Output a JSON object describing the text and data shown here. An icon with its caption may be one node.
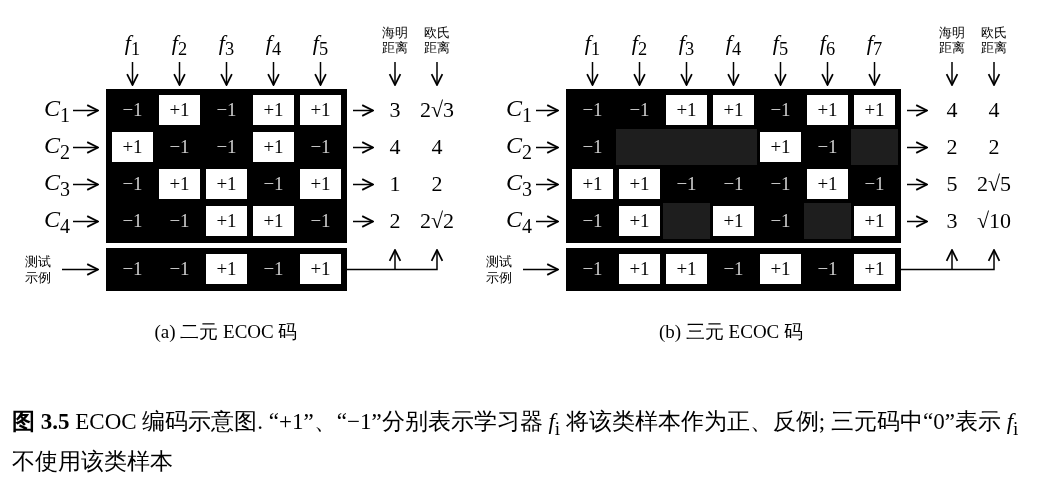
{
  "diagram": {
    "caption": "**图 3.5** ECOC 编码示意图. “+1”、“−1”分别表示学习器 *f*$_{i}$ 将该类样本作为正、反例; 三元码中“0”表示 *f*$_{i}$ 不使用该类样本",
    "labels": [
      "*f*$_{1}$",
      "*f*$_{2}$",
      "*f*$_{3}$",
      "*f*$_{4}$",
      "*f*$_{5}$",
      "海明距离",
      "欧氏距离",
      "*C*$_{1}$",
      "−1",
      "+1",
      "−1",
      "+1",
      "+1",
      "3",
      "2√3",
      "*C*$_{2}$",
      "+1",
      "−1",
      "−1",
      "+1",
      "−1",
      "4",
      "4",
      "*C*$_{3}$",
      "−1",
      "+1",
      "+1",
      "−1",
      "+1",
      "1",
      "2",
      "*C*$_{4}$",
      "−1",
      "−1",
      "+1",
      "+1",
      "−1",
      "2",
      "2√2",
      "测试示例",
      "−1",
      "−1",
      "+1",
      "−1",
      "+1",
      "(a) 二元 ECOC 码",
      "*f*$_{1}$",
      "*f*$_{2}$",
      "*f*$_{3}$",
      "*f*$_{4}$",
      "*f*$_{5}$",
      "*f*$_{6}$",
      "*f*$_{7}$",
      "海明距离",
      "欧氏距离",
      "*C*$_{1}$",
      "−1",
      "−1",
      "+1",
      "+1",
      "−1",
      "+1",
      "+1",
      "4",
      "4",
      "*C*$_{2}$",
      "−1",
      "+1",
      "−1",
      "2",
      "2",
      "*C*$_{3}$",
      "+1",
      "+1",
      "−1",
      "−1",
      "−1",
      "+1",
      "−1",
      "5",
      "2√5",
      "*C*$_{4}$",
      "−1",
      "+1",
      "+1",
      "−1",
      "+1",
      "3",
      "√10",
      "测试示例",
      "−1",
      "+1",
      "+1",
      "−1",
      "+1",
      "−1",
      "+1",
      "(b) 三元 ECOC 码"
    ]
  }
}
